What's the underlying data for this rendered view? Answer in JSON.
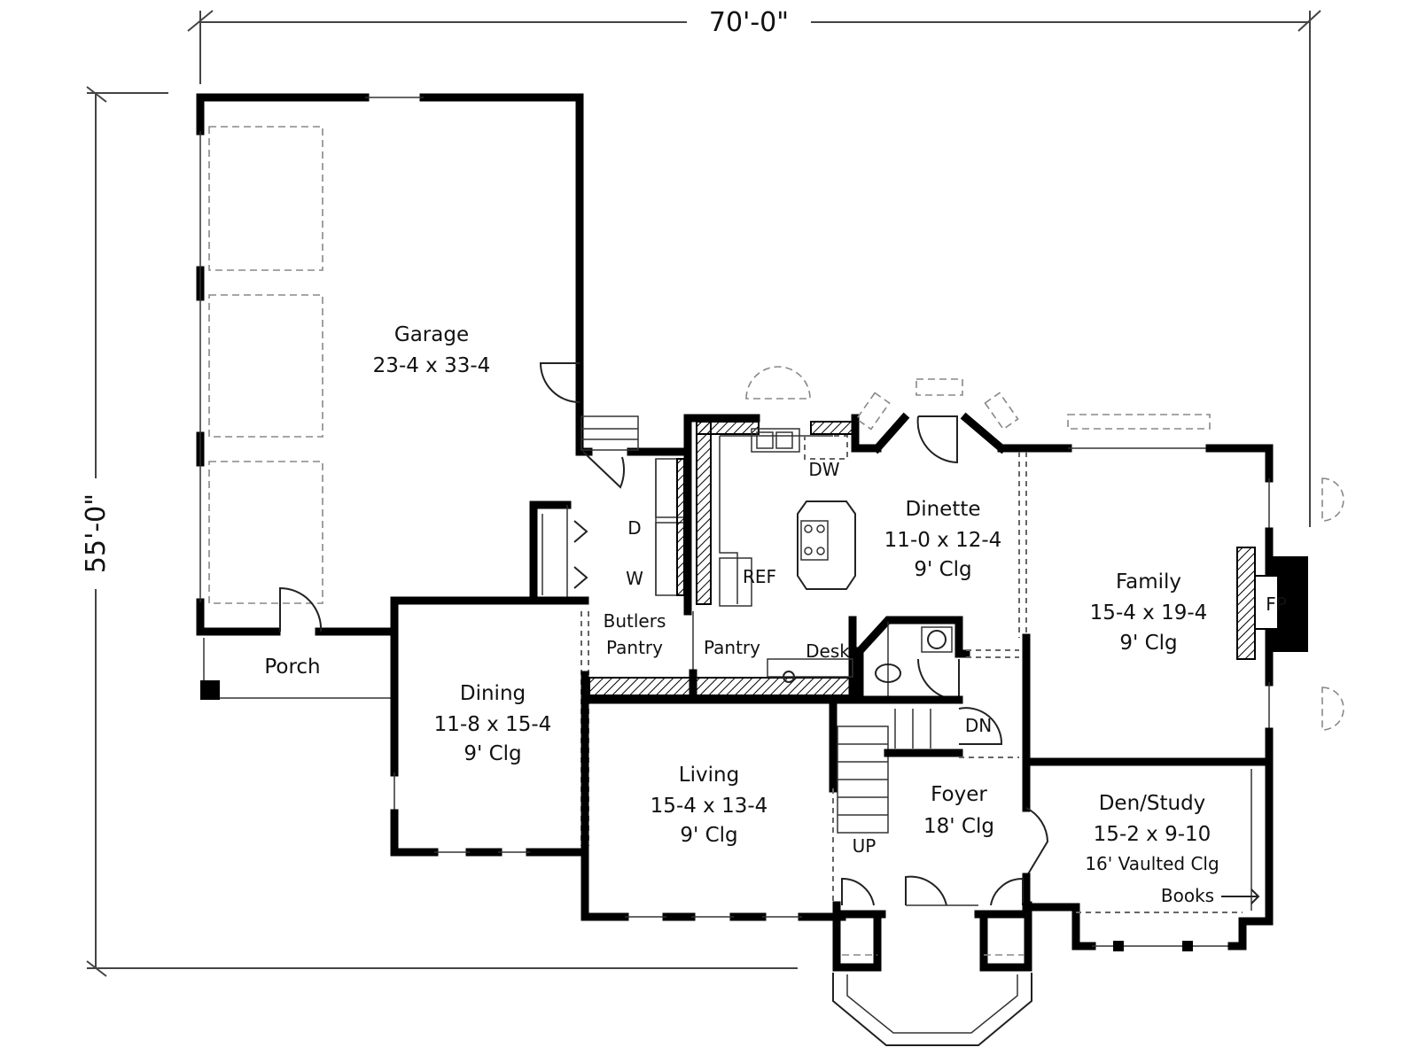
{
  "dimensions": {
    "width": "70'-0\"",
    "depth": "55'-0\""
  },
  "rooms": {
    "garage": {
      "name": "Garage",
      "size": "23-4 x 33-4"
    },
    "porch": {
      "name": "Porch"
    },
    "dining": {
      "name": "Dining",
      "size": "11-8 x 15-4",
      "ceiling": "9' Clg"
    },
    "living": {
      "name": "Living",
      "size": "15-4 x 13-4",
      "ceiling": "9' Clg"
    },
    "dinette": {
      "name": "Dinette",
      "size": "11-0 x 12-4",
      "ceiling": "9' Clg"
    },
    "family": {
      "name": "Family",
      "size": "15-4 x 19-4",
      "ceiling": "9' Clg"
    },
    "foyer": {
      "name": "Foyer",
      "ceiling": "18' Clg"
    },
    "den": {
      "name": "Den/Study",
      "size": "15-2 x 9-10",
      "ceiling": "16' Vaulted Clg"
    }
  },
  "fixtures": {
    "dw": "DW",
    "ref": "REF",
    "dryer": "D",
    "washer": "W",
    "butlers1": "Butlers",
    "butlers2": "Pantry",
    "pantry": "Pantry",
    "desk": "Desk",
    "fp": "FP",
    "dn": "DN",
    "up": "UP",
    "books": "Books"
  }
}
